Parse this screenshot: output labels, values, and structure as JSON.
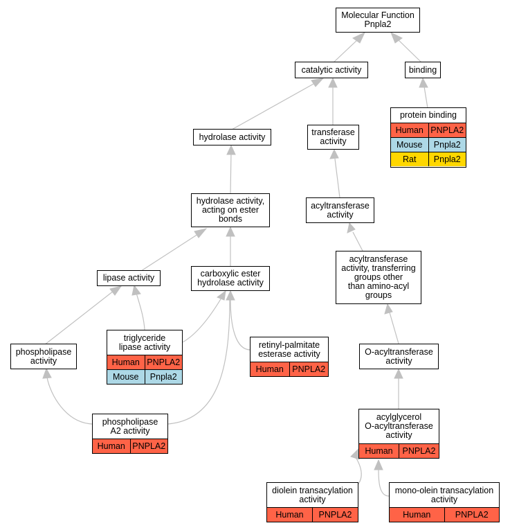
{
  "colors": {
    "human": "#ff6347",
    "mouse": "#add8e6",
    "rat": "#ffd700",
    "edge": "#c0c0c0"
  },
  "nodes": {
    "root": "Molecular Function\nPnpla2",
    "catalytic": "catalytic activity",
    "binding": "binding",
    "hydrolase": "hydrolase activity",
    "transferase": "transferase\nactivity",
    "hydrolase_ester": "hydrolase activity,\nacting on ester\nbonds",
    "acyltransferase": "acyltransferase\nactivity",
    "lipase": "lipase activity",
    "carboxylic": "carboxylic ester\nhydrolase activity",
    "acyl_other": "acyltransferase\nactivity, transferring\ngroups other\nthan amino-acyl\ngroups",
    "phospholipase": "phospholipase\nactivity",
    "o_acyl": "O-acyltransferase\nactivity"
  },
  "tables": {
    "protein_binding": {
      "title": "protein binding",
      "rows": [
        [
          "Human",
          "PNPLA2"
        ],
        [
          "Mouse",
          "Pnpla2"
        ],
        [
          "Rat",
          "Pnpla2"
        ]
      ]
    },
    "triglyceride": {
      "title": "triglyceride\nlipase activity",
      "rows": [
        [
          "Human",
          "PNPLA2"
        ],
        [
          "Mouse",
          "Pnpla2"
        ]
      ]
    },
    "retinyl": {
      "title": "retinyl-palmitate\nesterase activity",
      "rows": [
        [
          "Human",
          "PNPLA2"
        ]
      ]
    },
    "phospholipase_a2": {
      "title": "phospholipase\nA2 activity",
      "rows": [
        [
          "Human",
          "PNPLA2"
        ]
      ]
    },
    "acylglycerol": {
      "title": "acylglycerol\nO-acyltransferase\nactivity",
      "rows": [
        [
          "Human",
          "PNPLA2"
        ]
      ]
    },
    "diolein": {
      "title": "diolein transacylation\nactivity",
      "rows": [
        [
          "Human",
          "PNPLA2"
        ]
      ]
    },
    "monoolein": {
      "title": "mono-olein transacylation\nactivity",
      "rows": [
        [
          "Human",
          "PNPLA2"
        ]
      ]
    }
  }
}
